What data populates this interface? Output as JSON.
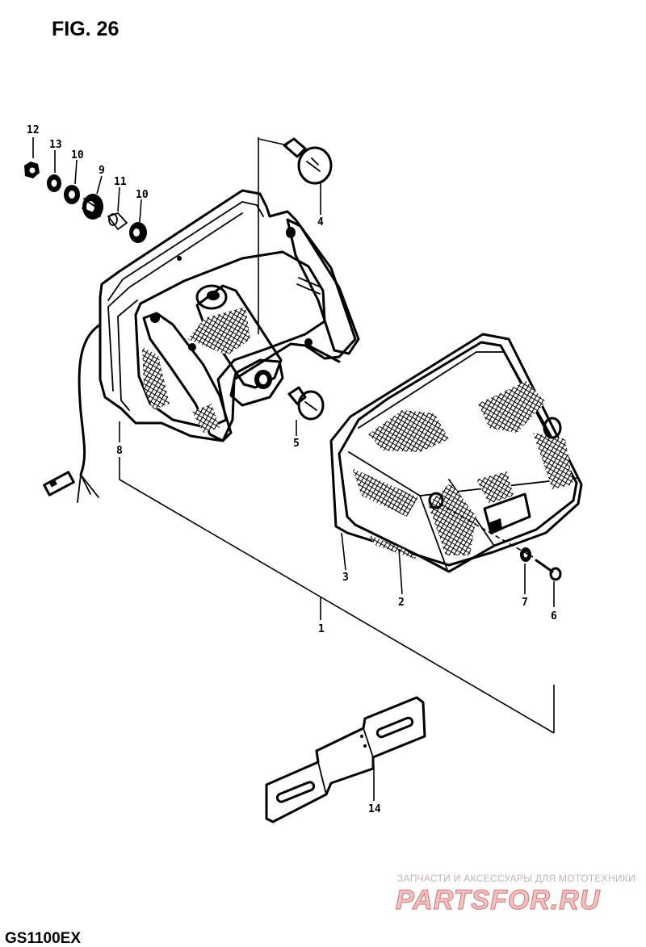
{
  "figure": {
    "title": "FIG. 26",
    "model": "GS1100EX"
  },
  "callouts": [
    {
      "id": "c12",
      "label": "12"
    },
    {
      "id": "c13",
      "label": "13"
    },
    {
      "id": "c10a",
      "label": "10"
    },
    {
      "id": "c9",
      "label": "9"
    },
    {
      "id": "c11",
      "label": "11"
    },
    {
      "id": "c10b",
      "label": "10"
    },
    {
      "id": "c4",
      "label": "4"
    },
    {
      "id": "c8",
      "label": "8"
    },
    {
      "id": "c5",
      "label": "5"
    },
    {
      "id": "c3",
      "label": "3"
    },
    {
      "id": "c2",
      "label": "2"
    },
    {
      "id": "c7",
      "label": "7"
    },
    {
      "id": "c6",
      "label": "6"
    },
    {
      "id": "c1",
      "label": "1"
    },
    {
      "id": "c14",
      "label": "14"
    }
  ],
  "watermark": {
    "tagline": "ЗАПЧАСТИ И АКСЕССУАРЫ ДЛЯ МОТОТЕХНИКИ",
    "brand": "PARTSFOR.RU"
  }
}
